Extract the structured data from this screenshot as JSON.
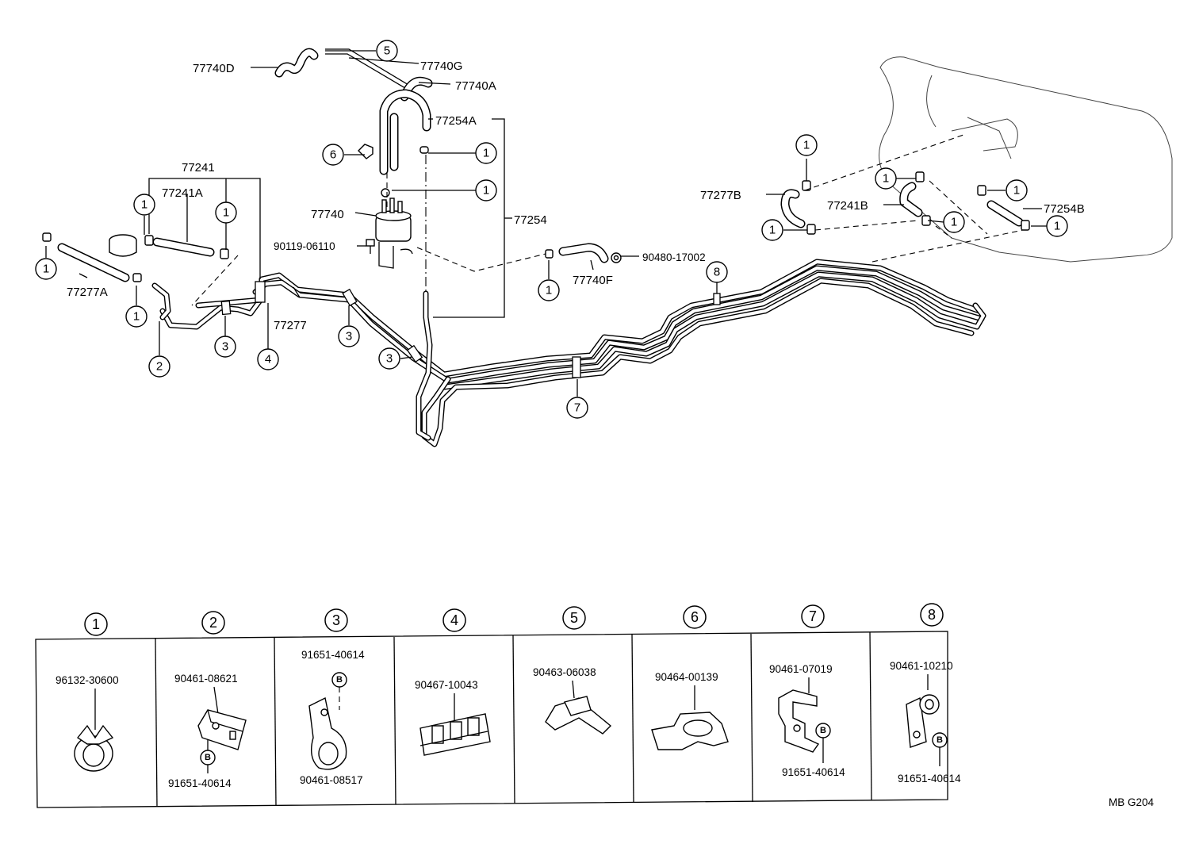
{
  "diagram": {
    "labels": {
      "p77740D": "77740D",
      "p77740G": "77740G",
      "p77740A": "77740A",
      "p77254A": "77254A",
      "p77241": "77241",
      "p77241A": "77241A",
      "p77740": "77740",
      "p90119": "90119-06110",
      "p77254": "77254",
      "p77277A": "77277A",
      "p77277": "77277",
      "p77740F": "77740F",
      "p90480": "90480-17002",
      "p77277B": "77277B",
      "p77241B": "77241B",
      "p77254B": "77254B"
    },
    "callouts": {
      "c1": "1",
      "c2": "2",
      "c3": "3",
      "c4": "4",
      "c5": "5",
      "c6": "6",
      "c7": "7",
      "c8": "8"
    },
    "ref_code": "MB  G204"
  },
  "legend": {
    "boxes": [
      {
        "num": "1",
        "parts": [
          "96132-30600"
        ]
      },
      {
        "num": "2",
        "parts": [
          "90461-08621",
          "91651-40614"
        ]
      },
      {
        "num": "3",
        "parts": [
          "91651-40614",
          "90461-08517"
        ]
      },
      {
        "num": "4",
        "parts": [
          "90467-10043"
        ]
      },
      {
        "num": "5",
        "parts": [
          "90463-06038"
        ]
      },
      {
        "num": "6",
        "parts": [
          "90464-00139"
        ]
      },
      {
        "num": "7",
        "parts": [
          "90461-07019",
          "91651-40614"
        ]
      },
      {
        "num": "8",
        "parts": [
          "90461-10210",
          "91651-40614"
        ]
      }
    ],
    "bolt_marker": "B"
  }
}
